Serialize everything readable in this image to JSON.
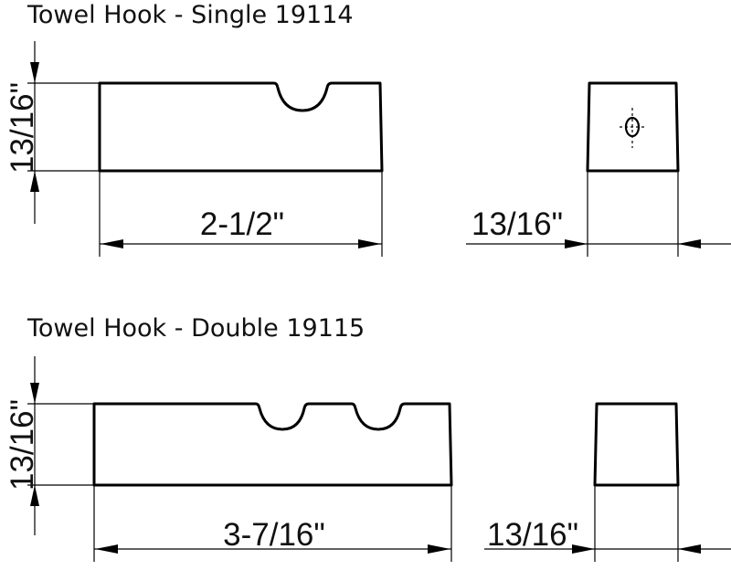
{
  "single": {
    "title": "Towel Hook - Single 19114",
    "height_label": "13/16\"",
    "length_label": "2-1/2\"",
    "depth_label": "13/16\""
  },
  "double": {
    "title": "Towel Hook - Double 19115",
    "height_label": "13/16\"",
    "length_label": "3-7/16\"",
    "depth_label": "13/16\""
  }
}
